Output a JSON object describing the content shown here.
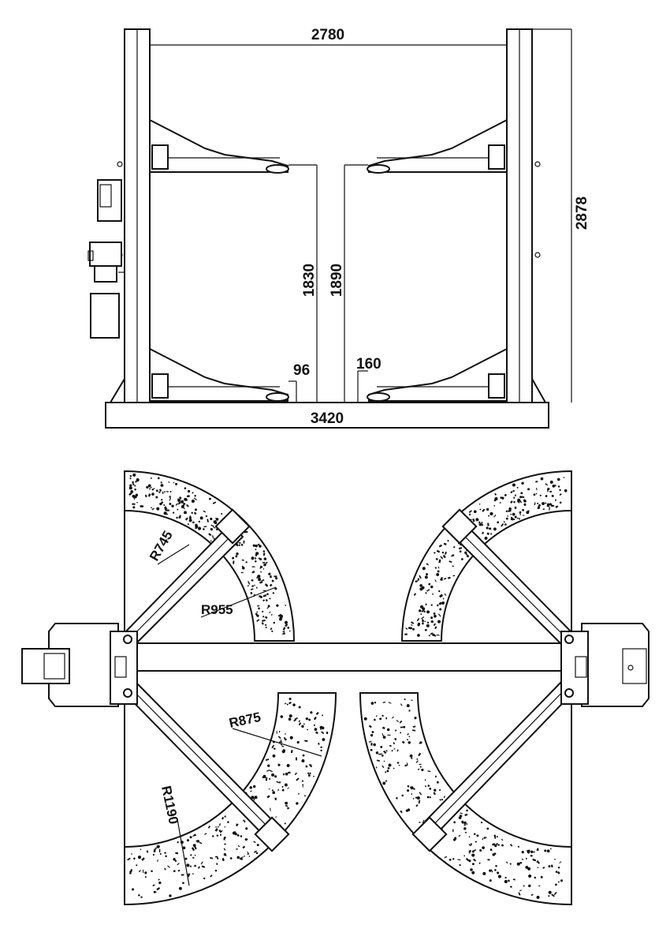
{
  "front_view": {
    "dimensions": {
      "column_spacing": "2780",
      "total_height": "2878",
      "arm_height_left": "1830",
      "arm_height_right": "1890",
      "pad_height_left": "96",
      "pad_height_right": "160",
      "base_width": "3420"
    }
  },
  "top_view": {
    "radii": {
      "r_short_inner": "R745",
      "r_short_outer": "R955",
      "r_long_inner": "R875",
      "r_long_outer": "R1190"
    }
  }
}
